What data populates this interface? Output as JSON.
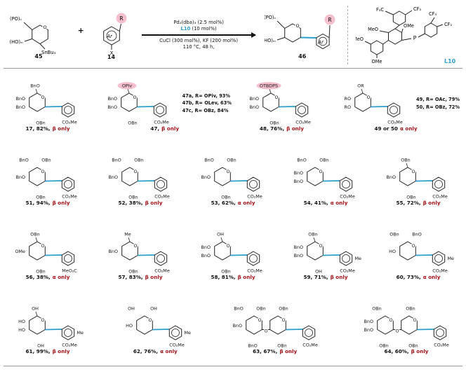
{
  "colors": {
    "accent_teal": "#2E9FCB",
    "selectivity_red": "#A21216",
    "highlight_pink": "#F5BFCD"
  },
  "scheme": {
    "reactant_sugar": {
      "po": "(PO)ₙ",
      "ho": "(HO)ₘ",
      "o": "O",
      "sn": "SnBu₃",
      "label": "45"
    },
    "plus": "+",
    "aryl_halide": {
      "ar": "Ar",
      "r": "R",
      "x": "X",
      "label": "14"
    },
    "arrow": {
      "above1": "Pd₂(dba)₃ (2.5 mol%)",
      "above2_ligand": "L10",
      "above2_rest": " (10 mol%)",
      "below1": "CuCl (300 mol%), KF (200 mol%)",
      "below2": "110 °C, 48 h,"
    },
    "product_sugar": {
      "po": "(PO)ₙ",
      "ho": "(HO)ₘ",
      "o": "O",
      "r": "R",
      "ar": "Ar",
      "label": "46"
    },
    "ligand": {
      "f3c": "F₃C",
      "cf3_1": "CF₃",
      "cf3_2": "CF₃",
      "cf3_3": "CF₃",
      "meo_1": "MeO",
      "ome_1": "OMe",
      "meo_2": "MeO",
      "ome_2": "OMe",
      "p": "P",
      "label": "L10"
    }
  },
  "grid": {
    "rows": [
      [
        {
          "number": "17",
          "label": "17, 82%,",
          "selectivity": "β only",
          "top": [
            "BnO"
          ],
          "left": [
            "BnO",
            "BnO"
          ],
          "bottom": [
            "OBn"
          ],
          "aryl": [
            "CO₂Me"
          ]
        },
        {
          "number": "47",
          "label": "47,",
          "selectivity": "β only",
          "top": [
            "OPiv"
          ],
          "highlight_top": true,
          "left": [
            "BnO",
            "BnO"
          ],
          "bottom": [
            "OBn"
          ],
          "aryl": [
            "CO₂Me"
          ],
          "variants": [
            "47a, R= OPiv, 93%",
            "47b, R= OLev, 63%",
            "47c, R= OBz, 84%"
          ]
        },
        {
          "number": "48",
          "label": "48, 76%,",
          "selectivity": "β only",
          "top": [
            "OTBDPS"
          ],
          "highlight_top": true,
          "left": [
            "BnO",
            "BnO"
          ],
          "bottom": [
            "OBn"
          ],
          "aryl": [
            "CO₂Me"
          ]
        },
        {
          "number": "49_50",
          "label": "49 or 50",
          "selectivity": "α only",
          "top": [
            "OR"
          ],
          "left": [
            "RO",
            "RO"
          ],
          "bottom": [],
          "aryl": [
            "CO₂Me"
          ],
          "variants": [
            "49, R= OAc, 79%",
            "50, R= OBz, 72%"
          ]
        }
      ],
      [
        {
          "number": "51",
          "label": "51, 94%,",
          "selectivity": "β only",
          "top": [
            "BnO",
            "OBn"
          ],
          "left": [
            "BnO"
          ],
          "bottom": [
            "OBn"
          ],
          "aryl": [
            "CO₂Me"
          ]
        },
        {
          "number": "52",
          "label": "52, 38%,",
          "selectivity": "β only",
          "top": [
            "BnO",
            "OBn"
          ],
          "left": [
            "BnO"
          ],
          "bottom": [
            "OBn"
          ],
          "aryl": [
            "CO₂Me"
          ]
        },
        {
          "number": "53",
          "label": "53, 62%,",
          "selectivity": "α only",
          "top": [
            "BnO",
            "OBn"
          ],
          "left": [
            "BnO"
          ],
          "bottom": [
            "OBn"
          ],
          "aryl": [
            "CO₂Me"
          ]
        },
        {
          "number": "54",
          "label": "54, 41%,",
          "selectivity": "α only",
          "top": [
            "BnO",
            "OBn"
          ],
          "left": [
            "BnO",
            "BnO"
          ],
          "bottom": [],
          "aryl": [
            "CO₂Me"
          ]
        },
        {
          "number": "55",
          "label": "55, 72%,",
          "selectivity": "β only",
          "top": [
            "OBn"
          ],
          "left": [
            "BnO"
          ],
          "bottom": [
            "OBn"
          ],
          "aryl": [
            "CO₂Me"
          ]
        }
      ],
      [
        {
          "number": "56",
          "label": "56, 38%,",
          "selectivity": "α only",
          "top": [
            "OBn"
          ],
          "left": [
            "OMe"
          ],
          "bottom": [
            "OBn"
          ],
          "aryl": [
            "MeO₂C"
          ]
        },
        {
          "number": "57",
          "label": "57, 83%,",
          "selectivity": "β only",
          "top": [
            "Me"
          ],
          "left": [
            "BnO"
          ],
          "bottom": [
            "OBn"
          ],
          "aryl": [
            "CO₂Me"
          ]
        },
        {
          "number": "58",
          "label": "58, 81%,",
          "selectivity": "β only",
          "top": [
            "OH"
          ],
          "left": [
            "BnO",
            "BnO"
          ],
          "bottom": [
            "OBn"
          ],
          "aryl": [
            "CO₂Me"
          ]
        },
        {
          "number": "59",
          "label": "59, 71%,",
          "selectivity": "β only",
          "top": [
            "OBn"
          ],
          "left": [
            "BnO",
            "BnO"
          ],
          "bottom": [
            "OH"
          ],
          "aryl": [
            "CO₂Me",
            "Me"
          ]
        },
        {
          "number": "60",
          "label": "60, 73%,",
          "selectivity": "α only",
          "top": [
            "OBn",
            "BnO"
          ],
          "left": [
            "HO"
          ],
          "bottom": [],
          "aryl": [
            "CO₂Me",
            "Me"
          ]
        }
      ],
      [
        {
          "number": "61",
          "label": "61, 99%,",
          "selectivity": "β only",
          "top": [
            "OH"
          ],
          "left": [
            "HO",
            "HO"
          ],
          "bottom": [
            "OH"
          ],
          "aryl": [
            "CO₂Me",
            "Me"
          ]
        },
        {
          "number": "62",
          "label": "62, 76%,",
          "selectivity": "α only",
          "top": [
            "OH",
            "OH"
          ],
          "left": [
            "HO"
          ],
          "bottom": [],
          "aryl": [
            "CO₂Me",
            "Me"
          ]
        },
        {
          "number": "63",
          "label": "63, 67%,",
          "selectivity": "β only",
          "disaccharide": true,
          "top": [
            "BnO",
            "OBn",
            "OBn"
          ],
          "left": [
            "BnO"
          ],
          "bottom": [
            "BnO",
            "OBn"
          ],
          "aryl": [
            "CO₂Me"
          ]
        },
        {
          "number": "64",
          "label": "64, 60%,",
          "selectivity": "β only",
          "disaccharide": true,
          "top": [
            "OBn",
            "OBn"
          ],
          "left": [
            "BnO",
            "BnO"
          ],
          "bottom": [
            "OBn",
            "OBn"
          ],
          "aryl": [
            "CO₂Me"
          ]
        }
      ]
    ]
  }
}
